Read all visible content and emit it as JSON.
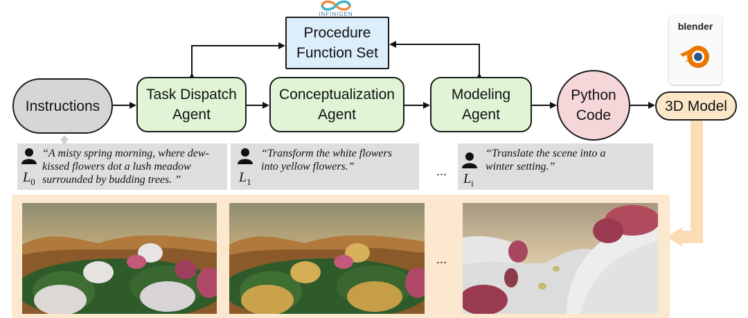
{
  "nodes": {
    "procedure_set": "Procedure\nFunction Set",
    "instructions": "Instructions",
    "task_dispatch": "Task Dispatch\nAgent",
    "conceptualization": "Conceptualization\nAgent",
    "modeling": "Modeling\nAgent",
    "python_code": "Python\nCode",
    "model_3d": "3D Model"
  },
  "logos": {
    "infinigen": "INFINIGEN",
    "blender": "blender"
  },
  "instructions_steps": [
    {
      "symbol": "L",
      "index": "0",
      "text": "“A misty spring morning, where dew-\nkissed flowers dot a lush meadow\nsurrounded by budding trees. ”"
    },
    {
      "symbol": "L",
      "index": "1",
      "text": "“Transform the white flowers\ninto yellow flowers.”"
    },
    {
      "symbol": "L",
      "index": "i",
      "text": "“Translate the scene into a\nwinter setting.”"
    }
  ],
  "ellipsis": "...",
  "colors": {
    "agent_fill": "#dff5d6",
    "instructions_fill": "#d6d6d6",
    "procedure_fill": "#dbeefa",
    "code_fill": "#f6d7d9",
    "model_fill": "#fbe7c8",
    "strip_fill": "#fbe8cf"
  },
  "icons": [
    "user-icon",
    "infinity-logo-icon",
    "blender-logo-icon",
    "up-arrow-icon"
  ]
}
